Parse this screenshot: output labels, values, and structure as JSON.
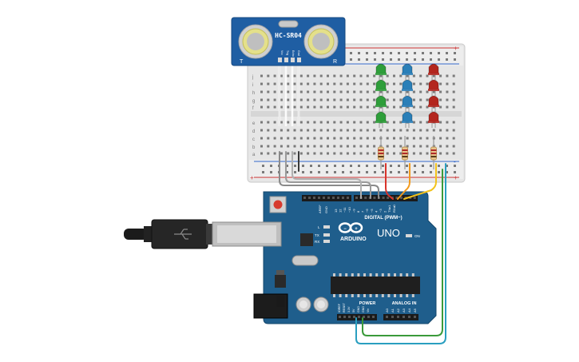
{
  "sensor": {
    "model": "HC-SR04",
    "transmitter_mark": "T",
    "receiver_mark": "R",
    "pins": [
      "Vcc",
      "Trig",
      "Echo",
      "Gnd"
    ]
  },
  "breadboard": {
    "row_letters_top": [
      "j",
      "i",
      "h",
      "g",
      "f"
    ],
    "row_letters_bottom": [
      "e",
      "d",
      "c",
      "b",
      "a"
    ],
    "rail_plus": "+",
    "rail_minus": "-"
  },
  "leds": {
    "columns": [
      {
        "color_name": "green",
        "color": "#2e9e3a",
        "count": 4
      },
      {
        "color_name": "blue",
        "color": "#2a7fb8",
        "count": 4
      },
      {
        "color_name": "red",
        "color": "#b3261e",
        "count": 4
      }
    ]
  },
  "arduino": {
    "brand": "ARDUINO",
    "model": "UNO",
    "digital_label": "DIGITAL (PWM~)",
    "power_label": "POWER",
    "analog_label": "ANALOG IN",
    "on_label": "ON",
    "tx_label": "TX",
    "rx_label": "RX",
    "l_label": "L",
    "aref_label": "AREF",
    "gnd_label": "GND",
    "digital_pins": [
      "13",
      "12",
      "~11",
      "~10",
      "~9",
      "8",
      "7",
      "~6",
      "~5",
      "4",
      "~3",
      "2",
      "TX▸1",
      "RX◂0"
    ],
    "power_pins": [
      "IOREF",
      "RESET",
      "3.3V",
      "5V",
      "GND",
      "GND",
      "Vin"
    ],
    "analog_pins": [
      "A0",
      "A1",
      "A2",
      "A3",
      "A4",
      "A5"
    ]
  },
  "colors": {
    "board_blue": "#1f5e8c",
    "breadboard": "#e8e8e8",
    "wire_red": "#d9342b",
    "wire_orange": "#f39a1d",
    "wire_yellow": "#f2c21b",
    "wire_green": "#3a9a3a",
    "wire_cyan": "#2a9fc0",
    "wire_grey": "#8a8a8a"
  }
}
